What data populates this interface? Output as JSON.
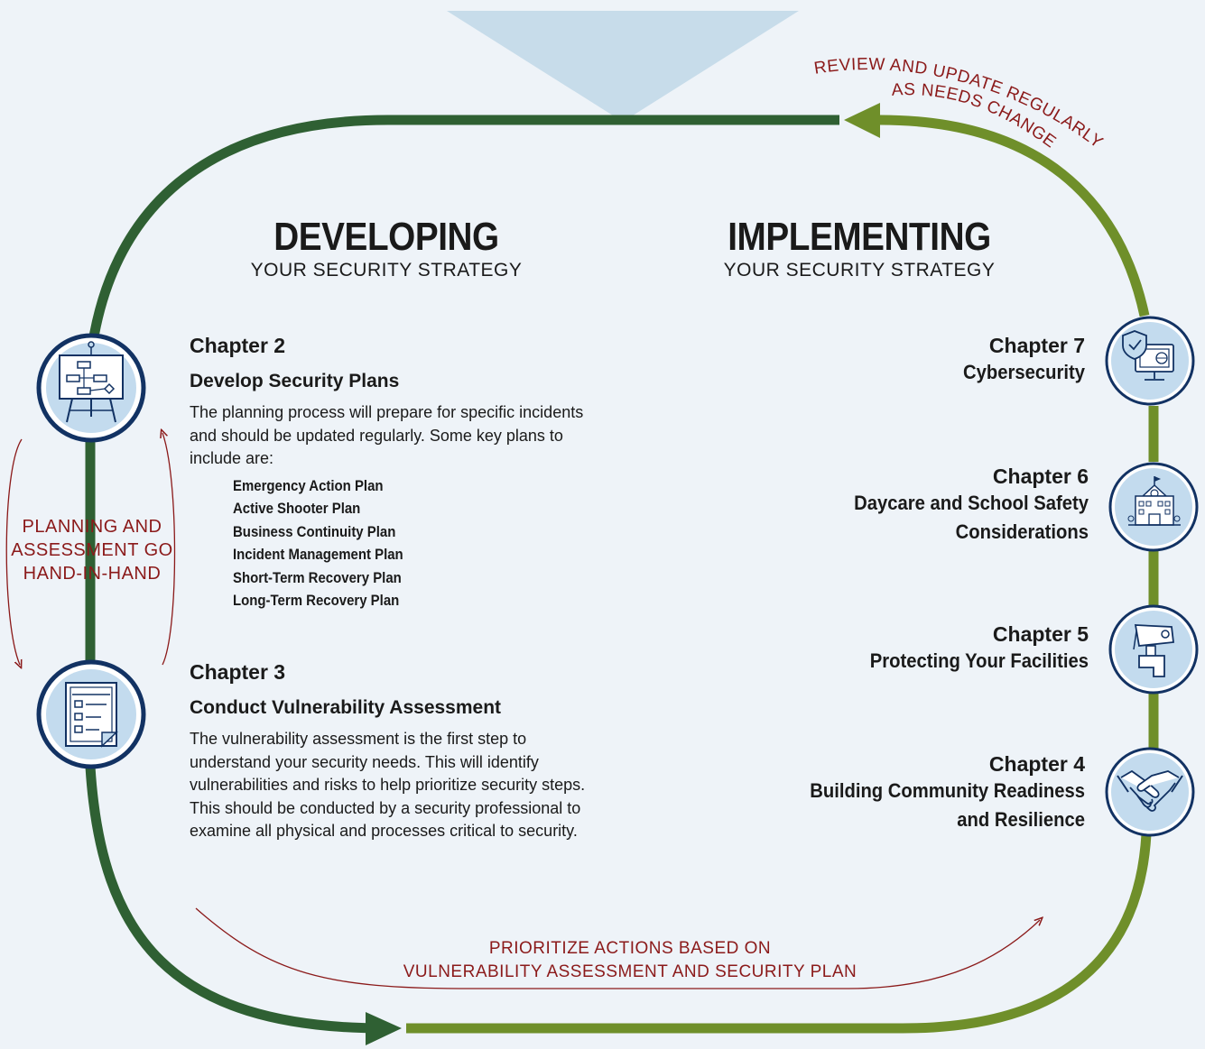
{
  "left_heading": {
    "title": "DEVELOPING",
    "subtitle": "YOUR SECURITY STRATEGY"
  },
  "right_heading": {
    "title": "IMPLEMENTING",
    "subtitle": "YOUR SECURITY STRATEGY"
  },
  "chapter2": {
    "chapter": "Chapter 2",
    "title": "Develop Security Plans",
    "body": "The planning process will prepare for specific incidents and should be updated regularly. Some key plans to include are:",
    "plans": [
      "Emergency Action Plan",
      "Active Shooter Plan",
      "Business Continuity Plan",
      "Incident Management Plan",
      "Short-Term Recovery Plan",
      "Long-Term Recovery Plan"
    ]
  },
  "chapter3": {
    "chapter": "Chapter 3",
    "title": "Conduct Vulnerability Assessment",
    "body": "The vulnerability assessment is the first step to understand your security needs. This will identify vulnerabilities and risks to help prioritize security steps. This should be conducted by a security professional to examine all physical and processes critical to security."
  },
  "chapters_right": [
    {
      "chapter": "Chapter 7",
      "title_lines": [
        "Cybersecurity"
      ],
      "icon": "cybersecurity-icon"
    },
    {
      "chapter": "Chapter 6",
      "title_lines": [
        "Daycare and School Safety",
        "Considerations"
      ],
      "icon": "school-icon"
    },
    {
      "chapter": "Chapter 5",
      "title_lines": [
        "Protecting Your Facilities"
      ],
      "icon": "security-camera-icon"
    },
    {
      "chapter": "Chapter 4",
      "title_lines": [
        "Building Community Readiness",
        "and Resilience"
      ],
      "icon": "handshake-icon"
    }
  ],
  "annotations": {
    "review_line1": "REVIEW AND UPDATE REGULARLY",
    "review_line2": "AS NEEDS CHANGE",
    "planning_lines": [
      "PLANNING AND",
      "ASSESSMENT GO",
      "HAND-IN-HAND"
    ],
    "prioritize_line1": "PRIORITIZE ACTIONS BASED ON",
    "prioritize_line2": "VULNERABILITY ASSESSMENT AND SECURITY PLAN"
  },
  "colors": {
    "dark_green": "#2f6033",
    "light_green": "#6f8f2a",
    "navy": "#123263",
    "icon_fill": "#c3dbee",
    "annotation_red": "#8b1a1a",
    "funnel_blue": "#c7dcea"
  }
}
